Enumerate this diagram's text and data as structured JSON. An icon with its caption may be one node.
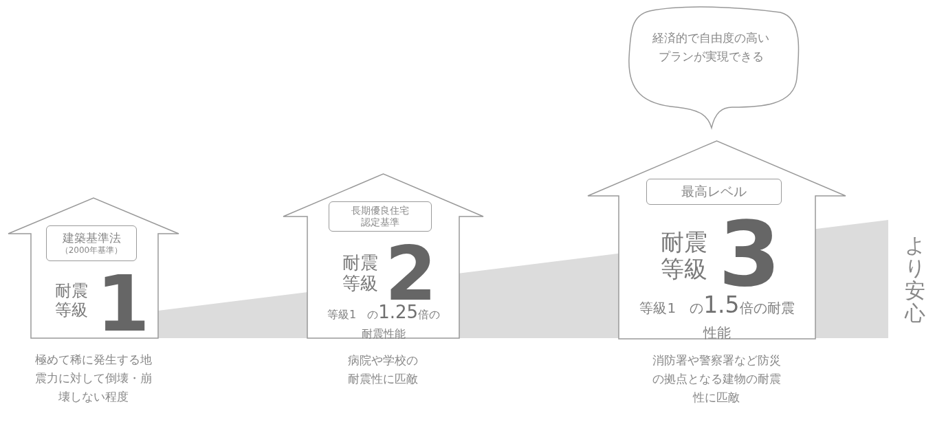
{
  "diagram": {
    "nodes": [
      {
        "text": [
          "耐震等級",
          "1"
        ],
        "beside": [
          "極めて稀に発生する地震力に対して倒壊・崩壊しない程度"
        ]
      },
      {
        "text": [
          "建築基準法",
          "（2000年基準）"
        ],
        "in": 0
      },
      {
        "text": [
          "耐震等級",
          "2",
          "等級1　の**1.25**倍の耐震性能"
        ],
        "beside": [
          "病院や学校の耐震性に匹敵"
        ]
      },
      {
        "text": [
          "長期優良住宅認定基準"
        ],
        "in": 2
      },
      {
        "text": [
          "耐震等級",
          "3",
          "等級1　の**1.5**倍の耐震性能"
        ],
        "beside": [
          "消防署や警察署など防災の拠点となる建物の耐震性に匹敵"
        ]
      },
      {
        "text": [
          "最高レベル"
        ],
        "in": 4
      },
      {
        "text": [
          "経済的で自由度の高いプランが実現できる"
        ]
      }
    ],
    "labels": [
      "より安心"
    ]
  }
}
